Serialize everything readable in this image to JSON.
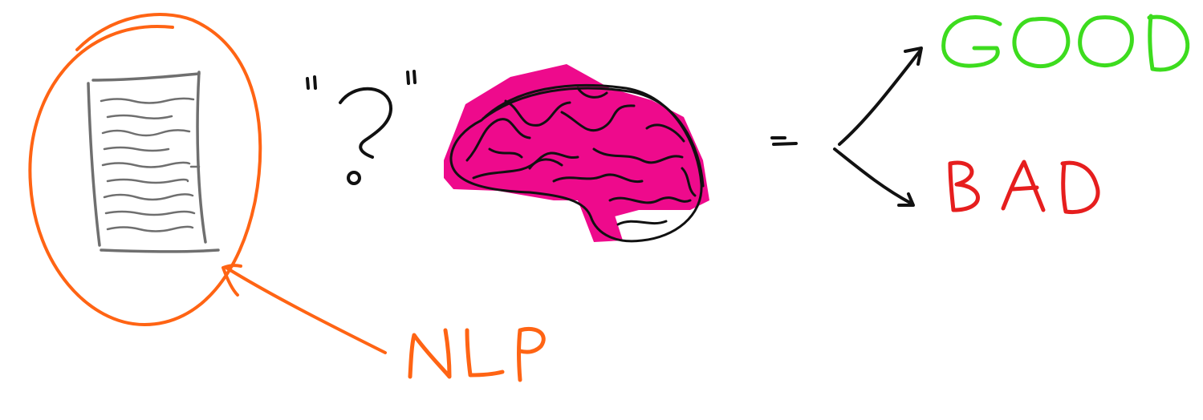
{
  "labels": {
    "nlp": "NLP",
    "good": "GOOD",
    "bad": "BAD",
    "question": "?",
    "equals": "="
  },
  "colors": {
    "circle": "#ff6414",
    "nlp": "#ff6414",
    "good": "#3ddc1e",
    "bad": "#e61e1e",
    "brain_fill": "#ee0a8c",
    "ink": "#111111",
    "paper_lines": "#6f6f6f"
  },
  "icons": {
    "document": "document-icon",
    "brain": "brain-icon"
  }
}
